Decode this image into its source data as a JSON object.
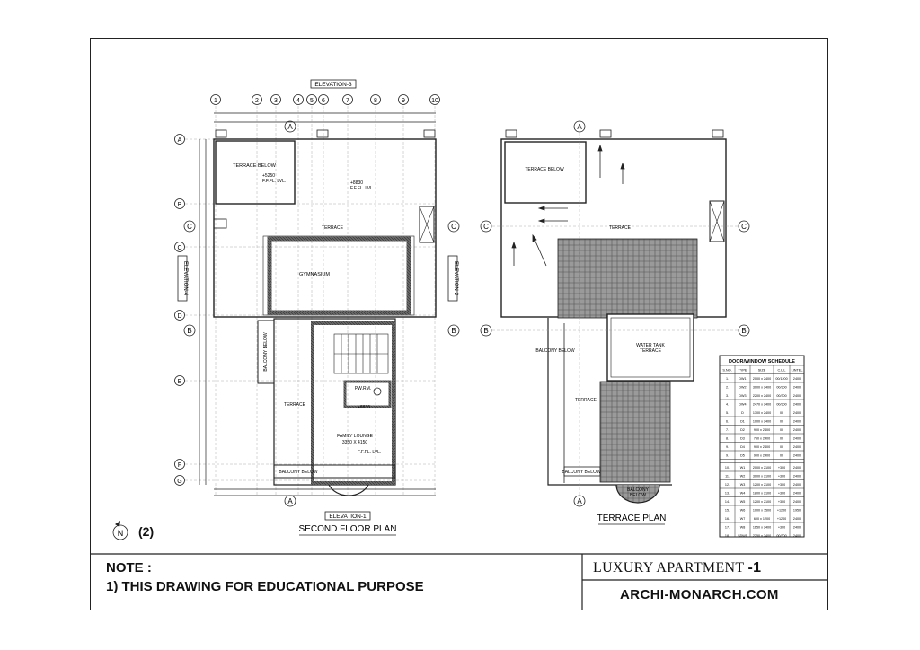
{
  "notes": {
    "heading": "NOTE :",
    "line1": "1) THIS DRAWING FOR EDUCATIONAL PURPOSE"
  },
  "title_block": {
    "project": "LUXURY APARTMENT",
    "project_no": "-1",
    "website": "ARCHI-MONARCH.COM"
  },
  "north": {
    "symbol": "N",
    "label": "(2)"
  },
  "second_floor": {
    "title": "SECOND FLOOR PLAN",
    "grid_numbers": [
      "1",
      "2",
      "3",
      "4",
      "5",
      "6",
      "7",
      "8",
      "9",
      "10"
    ],
    "grid_letters": [
      "A",
      "B",
      "C",
      "D",
      "E",
      "F",
      "G"
    ],
    "elevations": {
      "top": "ELEVATION-3",
      "bottom": "ELEVATION-1",
      "left": "ELEVATION-4",
      "right": "ELEVATION-2"
    },
    "rooms": {
      "terrace_below": "TERRACE BELOW",
      "terrace": "TERRACE",
      "gymnasium": "GYMNASIUM",
      "family_lounge": "FAMILY LOUNGE",
      "family_lounge_size": "3350 X 4150",
      "pwdr": "PW.RM.",
      "balcony_left": "BALCONY BELOW",
      "balcony_bottom": "BALCONY BELOW"
    },
    "levels": {
      "terrace_below": "+5250",
      "terrace": "+8830",
      "lounge": "+8830",
      "ffl": "F.F.FL. LVL."
    }
  },
  "terrace_plan": {
    "title": "TERRACE PLAN",
    "rooms": {
      "terrace_below": "TERRACE BELOW",
      "terrace": "TERRACE",
      "water_tank": "WATER TANK",
      "water_tank_sub": "TERRACE",
      "balcony_left": "BALCONY BELOW",
      "balcony_bottom": "BALCONY BELOW",
      "balcony_arc": "BALCONY",
      "balcony_arc_sub": "BELOW",
      "terrace_left": "TERRACE"
    }
  },
  "schedule": {
    "title": "DOOR/WINDOW SCHEDULE",
    "headers": [
      "S.NO.",
      "TYPE",
      "SIZE",
      "C.L.L",
      "LINTEL"
    ],
    "rows": [
      [
        "1.",
        "DW1",
        "2000 x 2400",
        "00/1200",
        "2400"
      ],
      [
        "2.",
        "DW2",
        "3000 x 2400",
        "00/300",
        "2400"
      ],
      [
        "3.",
        "DW3",
        "2200 x 2400",
        "00/300",
        "2400"
      ],
      [
        "4.",
        "DW4",
        "2470 x 2400",
        "00/300",
        "2400"
      ],
      [
        "5.",
        "D",
        "1300 x 2400",
        "00",
        "2400"
      ],
      [
        "6.",
        "D1",
        "1000 x 2400",
        "00",
        "2400"
      ],
      [
        "7.",
        "D2",
        "900 x 2400",
        "00",
        "2400"
      ],
      [
        "8.",
        "D3",
        "750 x 2400",
        "00",
        "2400"
      ],
      [
        "9.",
        "D4",
        "900 x 2400",
        "00",
        "2400"
      ],
      [
        "9.",
        "D5",
        "900 x 2400",
        "00",
        "2400"
      ],
      [
        "10.",
        "W1",
        "2000 x 2100",
        "+300",
        "2400"
      ],
      [
        "11.",
        "W2",
        "3000 x 2100",
        "+300",
        "2400"
      ],
      [
        "12.",
        "W3",
        "1200 x 2100",
        "+300",
        "2400"
      ],
      [
        "13.",
        "W4",
        "1800 x 2100",
        "+300",
        "2400"
      ],
      [
        "14.",
        "W5",
        "1200 x 2100",
        "+300",
        "2400"
      ],
      [
        "15.",
        "W6",
        "1000 x 1500",
        "+1200",
        "1950"
      ],
      [
        "16.",
        "W7",
        "600 x 1200",
        "+1200",
        "2400"
      ],
      [
        "17.",
        "W8",
        "1650 x 2400",
        "+300",
        "2400"
      ],
      [
        "18.",
        "SDW1",
        "2250 x 2400",
        "00/300",
        "2400"
      ]
    ]
  }
}
